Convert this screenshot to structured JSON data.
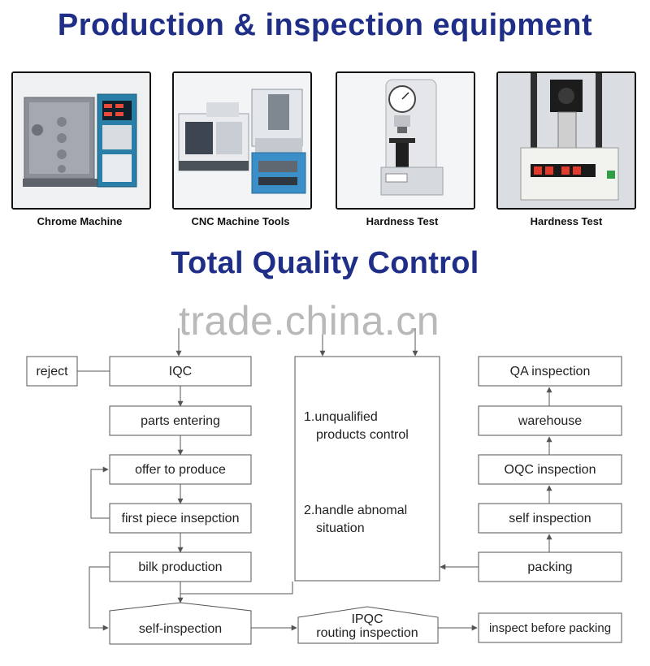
{
  "header": {
    "title": "Production & inspection equipment"
  },
  "equipment": [
    {
      "caption": "Chrome Machine",
      "icon": "chrome-machine-photo"
    },
    {
      "caption": "CNC Machine Tools",
      "icon": "cnc-machine-photo"
    },
    {
      "caption": "Hardness Test",
      "icon": "hardness-tester-photo"
    },
    {
      "caption": "Hardness Test",
      "icon": "edge-tester-photo"
    }
  ],
  "quality": {
    "title": "Total Quality Control",
    "watermark": "trade.china.cn"
  },
  "flow": {
    "reject": "reject",
    "iqc": "IQC",
    "parts_entering": "parts entering",
    "offer_to_produce": "offer to produce",
    "first_piece": "first piece insepction",
    "bilk_production": "bilk production",
    "self_inspection_left": "self-inspection",
    "ipqc_line1": "IPQC",
    "ipqc_line2": "routing inspection",
    "inspect_before_packing": "inspect before packing",
    "control_item1_line1": "1.unqualified",
    "control_item1_line2": "products control",
    "control_item2_line1": "2.handle abnomal",
    "control_item2_line2": "situation",
    "qa_inspection": "QA inspection",
    "warehouse": "warehouse",
    "oqc_inspection": "OQC inspection",
    "self_inspection_right": "self inspection",
    "packing": "packing"
  },
  "colors": {
    "title": "#1f2e86",
    "line": "#555555",
    "watermark": "#b9b9b9"
  }
}
